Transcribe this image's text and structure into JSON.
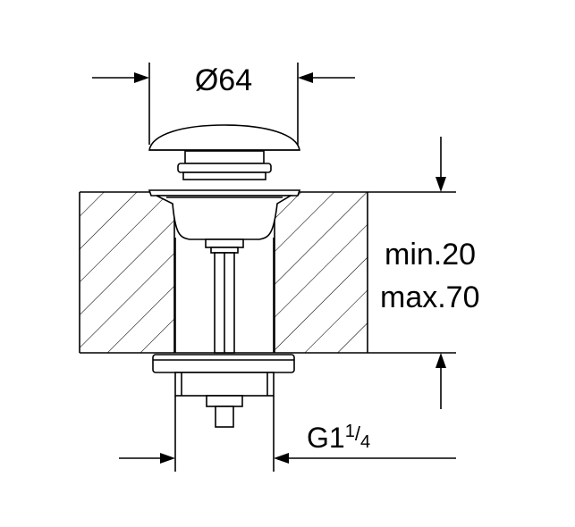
{
  "drawing": {
    "diameter_label": "Ø64",
    "thickness_min": "min.20",
    "thickness_max": "max.70",
    "thread_prefix": "G1",
    "thread_numerator": "1",
    "thread_denominator": "4"
  },
  "colors": {
    "line": "#000000",
    "background": "#ffffff"
  }
}
